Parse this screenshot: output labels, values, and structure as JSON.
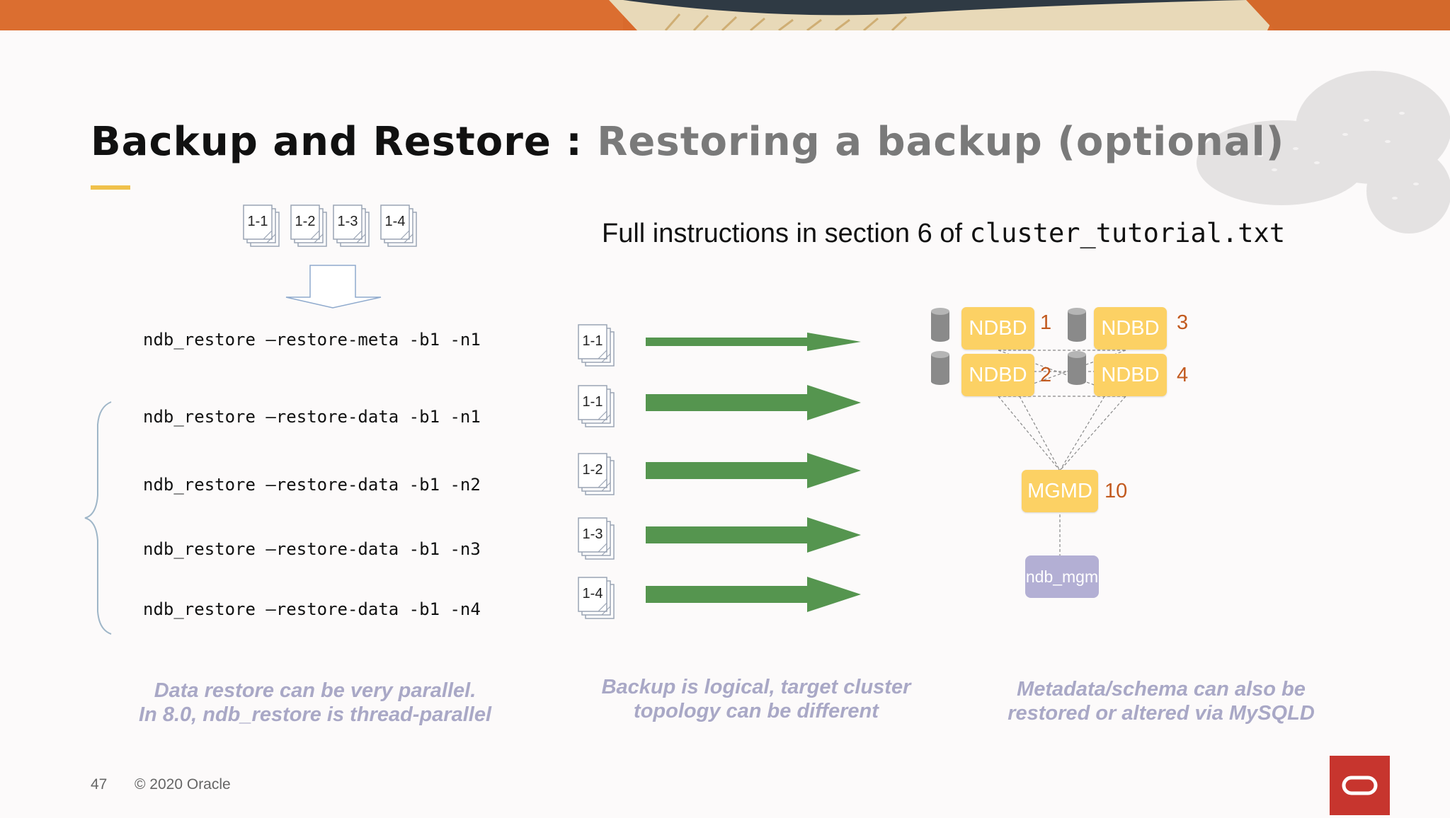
{
  "slide": {
    "title_main": "Backup and Restore : ",
    "title_sub": "Restoring a backup (optional)",
    "instructions_text": "Full instructions in section 6 of ",
    "instructions_file": "cluster_tutorial.txt",
    "page_number": "47",
    "copyright": "© 2020 Oracle"
  },
  "backup_files": [
    "1-1",
    "1-2",
    "1-3",
    "1-4"
  ],
  "commands": [
    {
      "text": "ndb_restore —restore-meta -b1 -n1",
      "file": "1-1"
    },
    {
      "text": "ndb_restore —restore-data -b1 -n1",
      "file": "1-1"
    },
    {
      "text": "ndb_restore —restore-data -b1 -n2",
      "file": "1-2"
    },
    {
      "text": "ndb_restore —restore-data -b1 -n3",
      "file": "1-3"
    },
    {
      "text": "ndb_restore —restore-data -b1 -n4",
      "file": "1-4"
    }
  ],
  "cluster": {
    "data_nodes": [
      {
        "label": "NDBD",
        "id": "1"
      },
      {
        "label": "NDBD",
        "id": "3"
      },
      {
        "label": "NDBD",
        "id": "2"
      },
      {
        "label": "NDBD",
        "id": "4"
      }
    ],
    "mgmd": {
      "label": "MGMD",
      "id": "10"
    },
    "client": {
      "label": "ndb_mgm"
    }
  },
  "notes": {
    "left_line1": "Data restore can be very parallel.",
    "left_line2": "In 8.0, ndb_restore is thread-parallel",
    "middle_line1": "Backup is logical, target cluster",
    "middle_line2": "topology can be different",
    "right_line1": "Metadata/schema can also be",
    "right_line2": "restored or altered via MySQLD"
  },
  "colors": {
    "arrow_green": "#55954f",
    "node_yellow": "#fcd164",
    "node_number": "#c25a1f",
    "mgm_purple": "#b3afd4",
    "accent": "#f0c14b",
    "oracle_red": "#c7352e",
    "note_gray": "#a9a8c6"
  },
  "icons": [
    "document-stack-icon",
    "down-arrow-icon",
    "right-arrow-icon",
    "database-cylinder-icon",
    "brace-icon",
    "oracle-logo-icon"
  ]
}
